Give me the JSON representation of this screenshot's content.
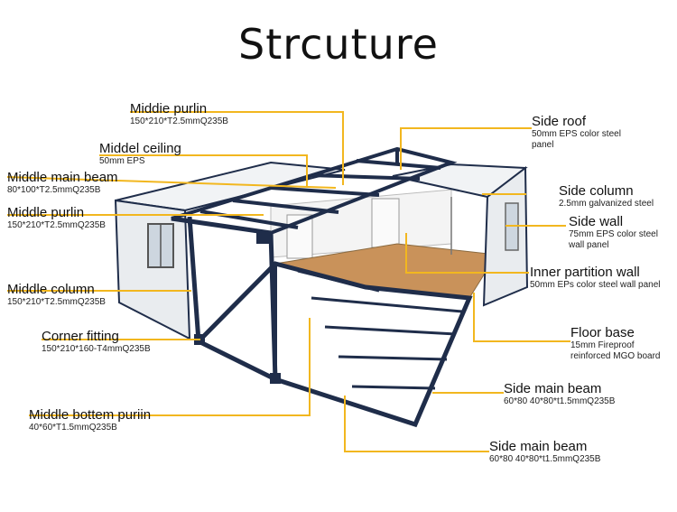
{
  "title": "Strcuture",
  "accent_color": "#f2b71f",
  "frame_color": "#1f2d4a",
  "labels": [
    {
      "name": "Middie purlin",
      "spec": "150*210*T2.5mmQ235B"
    },
    {
      "name": "Middel ceiling",
      "spec": "50mm EPS"
    },
    {
      "name": "Middle main beam",
      "spec": "80*100*T2.5mmQ235B"
    },
    {
      "name": "Middle purlin",
      "spec": "150*210*T2.5mmQ235B"
    },
    {
      "name": "Middle column",
      "spec": "150*210*T2.5mmQ235B"
    },
    {
      "name": "Corner fitting",
      "spec": "150*210*160-T4mmQ235B"
    },
    {
      "name": "Middle bottem puriin",
      "spec": "40*60*T1.5mmQ235B"
    },
    {
      "name": "Side roof",
      "spec": "50mm EPS color steel panel"
    },
    {
      "name": "Side column",
      "spec": "2.5mm galvanized steel"
    },
    {
      "name": "Side wall",
      "spec": "75mm EPS color steel wall panel"
    },
    {
      "name": "Inner partition wall",
      "spec": "50mm EPs color steel wall panel"
    },
    {
      "name": "Floor base",
      "spec": "15mm Fireproof reinforced MGO board"
    },
    {
      "name": "Side main beam",
      "spec": "60*80 40*80*t1.5mmQ235B"
    },
    {
      "name": "Side main beam",
      "spec": "60*80 40*80*t1.5mmQ235B"
    }
  ]
}
